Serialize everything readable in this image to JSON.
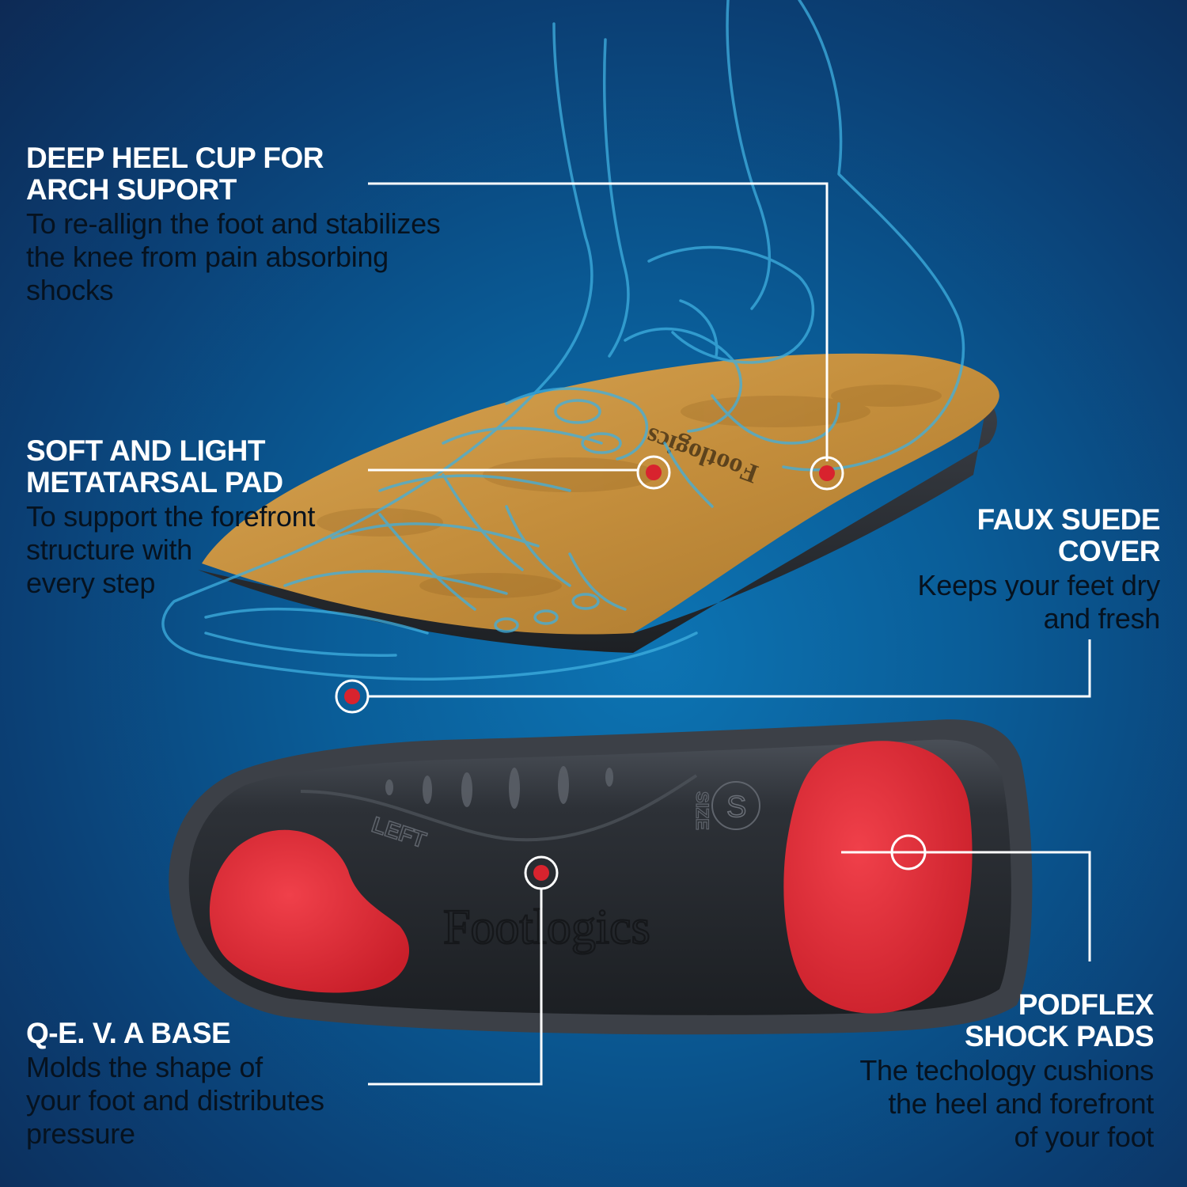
{
  "callouts": {
    "heel_cup": {
      "title": [
        "DEEP HEEL CUP FOR",
        "ARCH SUPORT"
      ],
      "body": [
        "To re-allign the foot and stabilizes",
        "the knee from pain absorbing",
        "shocks"
      ]
    },
    "metatarsal": {
      "title": [
        "SOFT AND LIGHT",
        "METATARSAL PAD"
      ],
      "body": [
        "To support the forefront",
        "structure with",
        "every step"
      ]
    },
    "suede": {
      "title": [
        "FAUX SUEDE",
        "COVER"
      ],
      "body": [
        "Keeps your feet dry",
        "and fresh"
      ]
    },
    "base": {
      "title": [
        "Q-E. V. A BASE"
      ],
      "body": [
        "Molds the shape of",
        "your foot and distributes",
        "pressure"
      ]
    },
    "pads": {
      "title": [
        "PODFLEX",
        "SHOCK PADS"
      ],
      "body": [
        "The techology cushions",
        "the heel and forefront",
        "of your foot"
      ]
    }
  },
  "insole_marks": {
    "brand": "Footlogics",
    "side": "LEFT",
    "size_label": "SIZE",
    "size_value": "S"
  },
  "colors": {
    "label_title": "#ffffff",
    "label_body": "#06121f",
    "marker_red": "#d8232e",
    "pad_red": "#e2303a",
    "suede": "#c9953f",
    "base_dark": "#23262b",
    "bone_outline": "#3fb0e0"
  }
}
